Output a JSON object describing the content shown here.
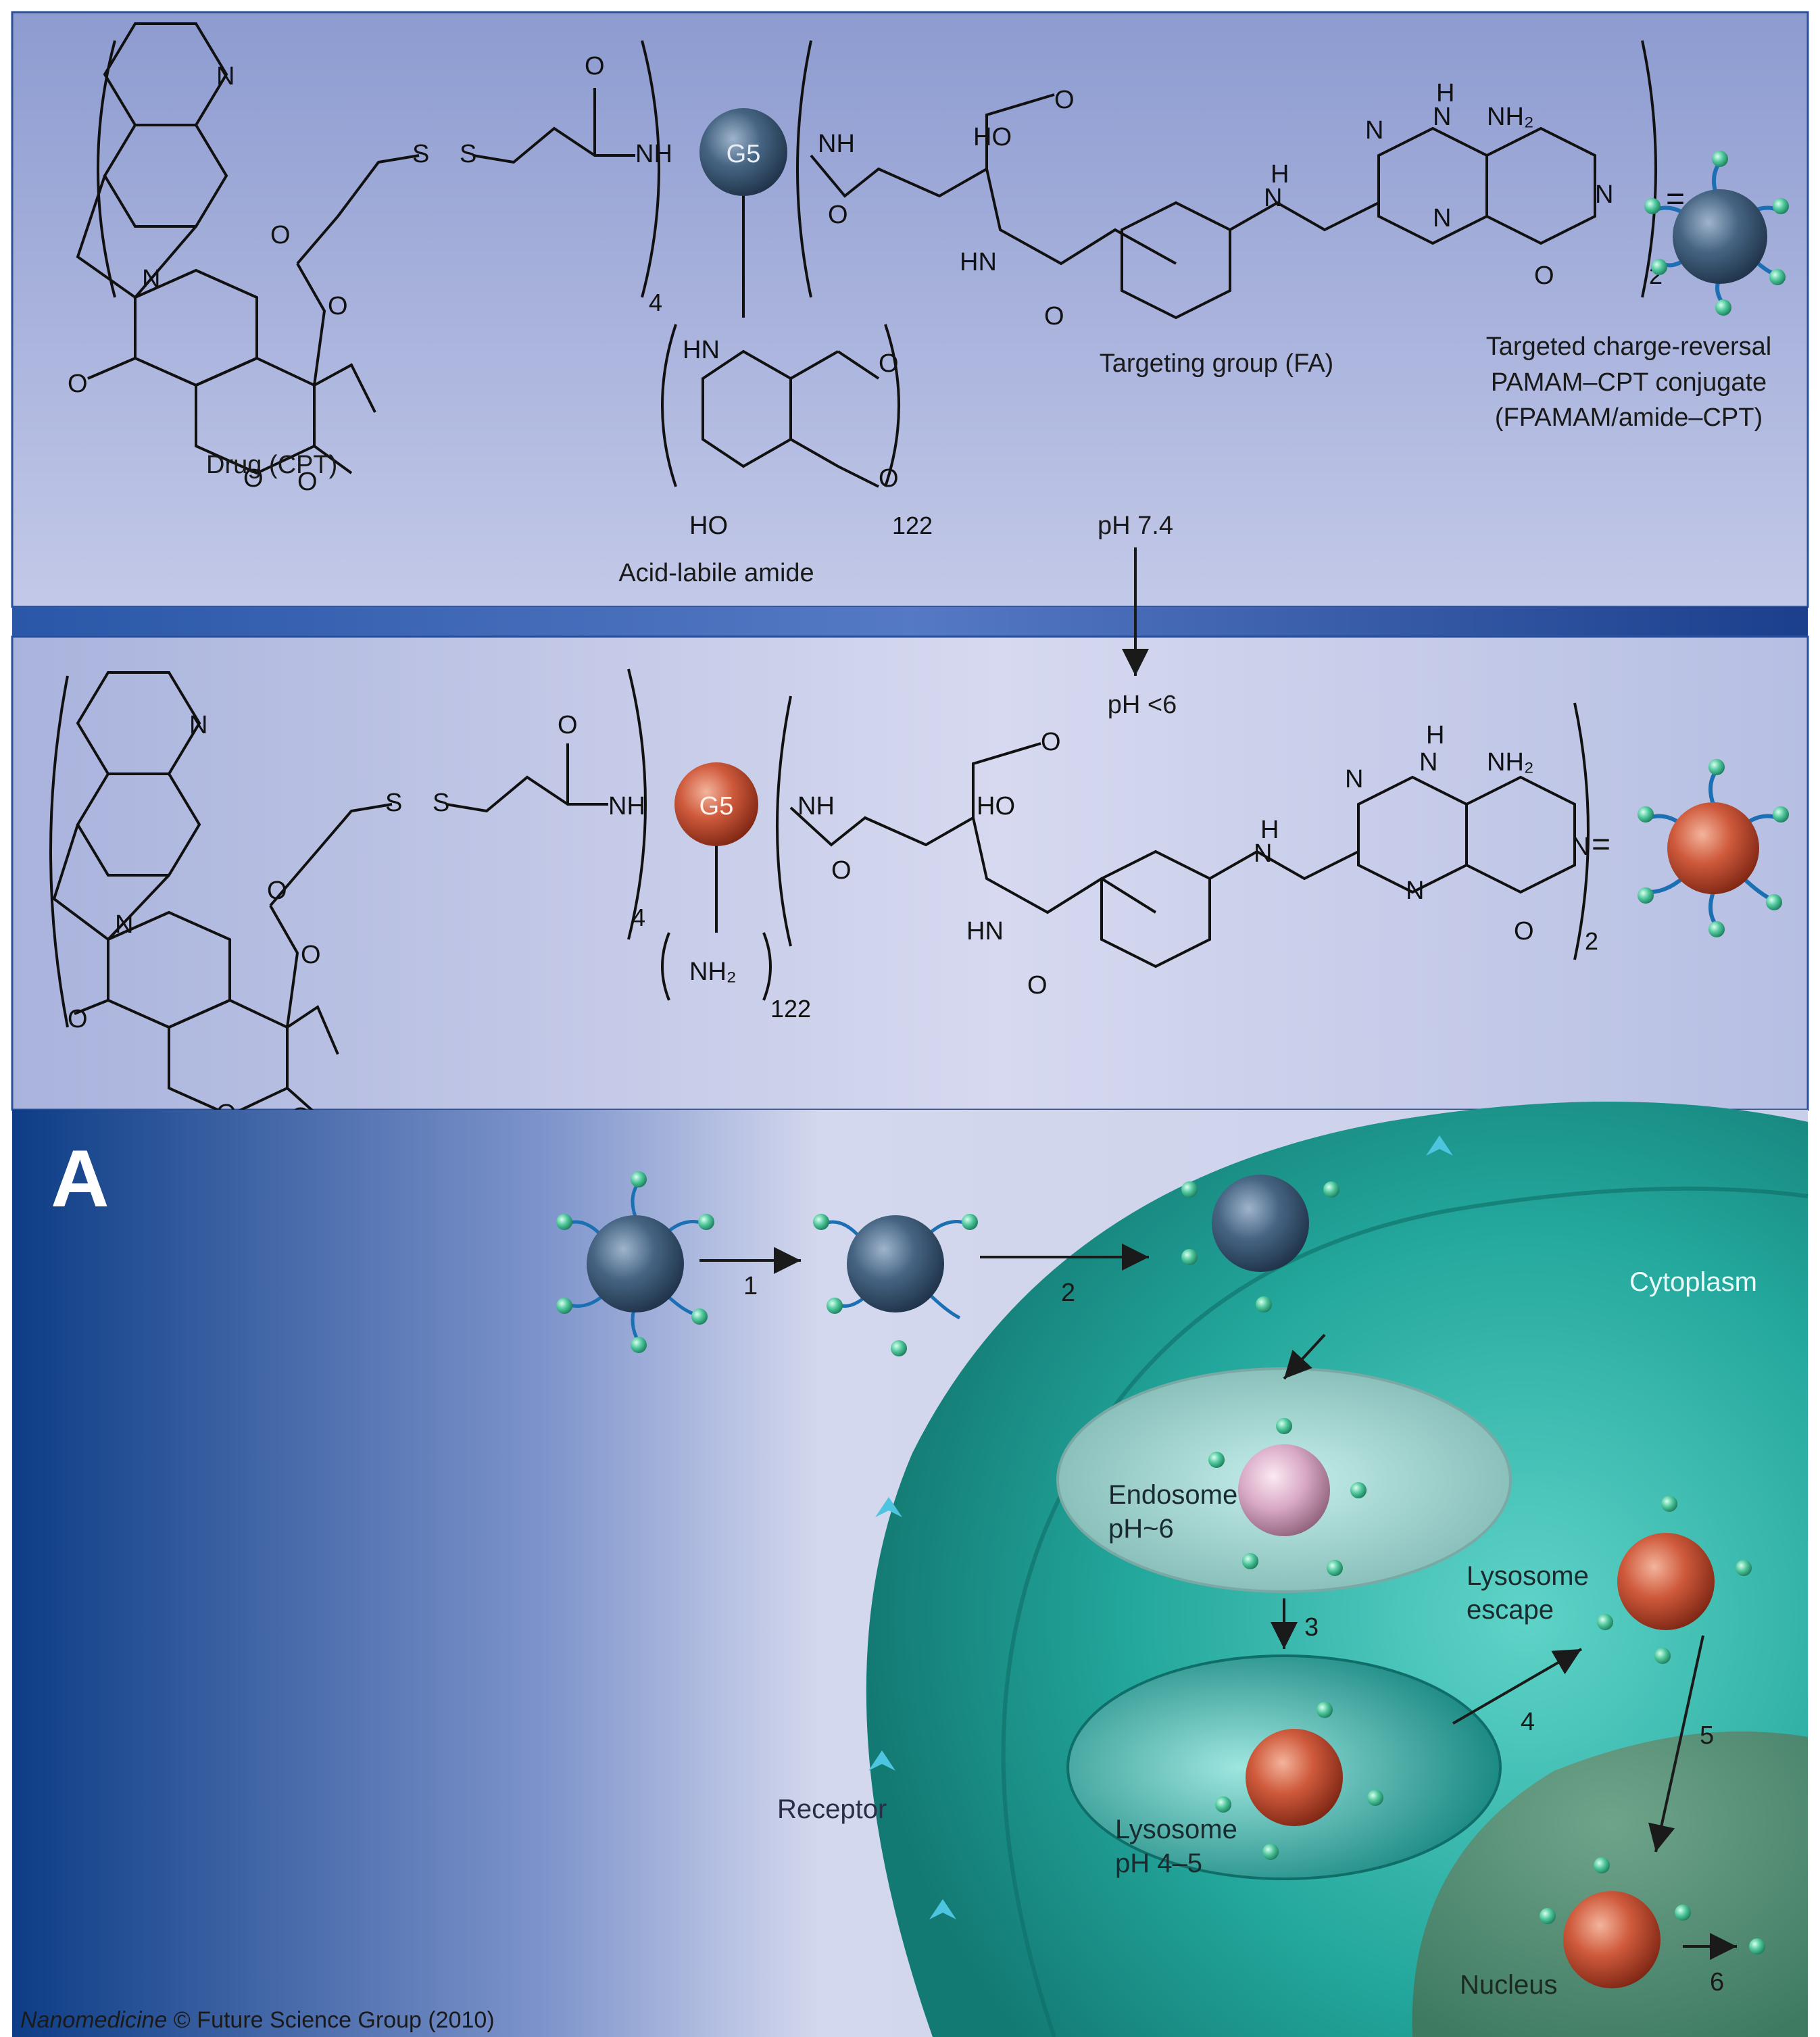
{
  "figure": {
    "credit_journal": "Nanomedicine",
    "credit_rest": " © Future Science Group (2010)",
    "panel_letter": "A"
  },
  "top_structure": {
    "core_label": "G5",
    "drug_label": "Drug (CPT)",
    "amide_label": "Acid-labile amide",
    "targeting_label": "Targeting group (FA)",
    "conjugate_label_lines": [
      "Targeted charge-reversal",
      "PAMAM–CPT conjugate",
      "(FPAMAM/amide–CPT)"
    ],
    "subscript_drug": "4",
    "subscript_amide": "122",
    "subscript_fa": "2",
    "equals": "="
  },
  "transition": {
    "from_ph": "pH 7.4",
    "to_ph": "pH <6"
  },
  "bottom_structure": {
    "core_label": "G5",
    "amine_label": "NH₂",
    "subscript_drug": "4",
    "subscript_amine": "122",
    "subscript_fa": "2",
    "equals": "="
  },
  "atom_labels": {
    "N": "N",
    "O": "O",
    "S": "S",
    "NH": "NH",
    "HN": "HN",
    "NH2": "NH₂",
    "HO": "HO",
    "H": "H"
  },
  "cell_panel": {
    "cytoplasm": "Cytoplasm",
    "endosome": [
      "Endosome",
      "pH~6"
    ],
    "lysosome": [
      "Lysosome",
      "pH 4–5"
    ],
    "lysosome_escape": [
      "Lysosome",
      "escape"
    ],
    "receptor": "Receptor",
    "nucleus": "Nucleus",
    "steps": [
      "1",
      "2",
      "3",
      "4",
      "5",
      "6"
    ]
  },
  "colors": {
    "anionic_core": "#3d5a78",
    "cationic_core": "#c8553a",
    "endosome_core": "#d7a6c2",
    "cell": "#1fa39b",
    "panel_bg": "#aab4dc",
    "divider": "#2a4f9a"
  }
}
